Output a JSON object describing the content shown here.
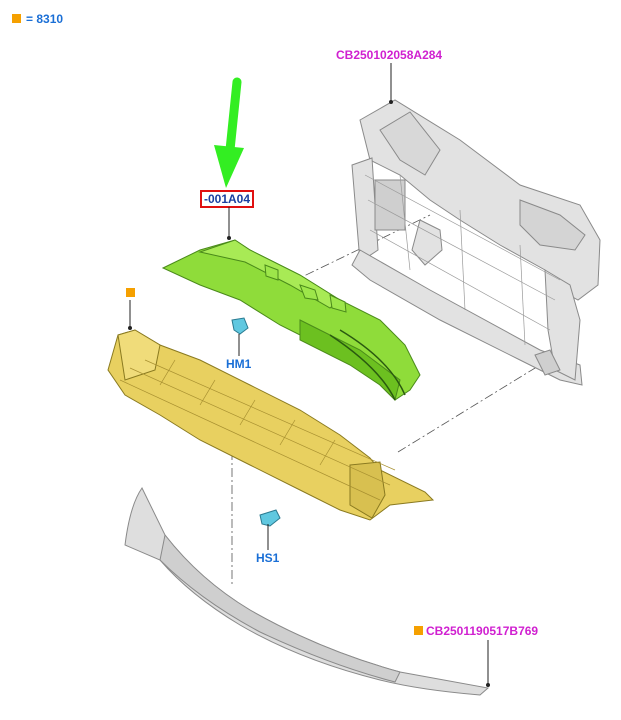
{
  "legend": {
    "marker_color": "#f5a000",
    "text": "= 8310"
  },
  "labels": {
    "frame_part": "CB250102058A284",
    "highlighted_part": "-001A04",
    "clip": "HM1",
    "screw": "HS1",
    "lower_part": "CB2501190517B769"
  },
  "colors": {
    "arrow": "#33ee22",
    "highlight_box": "#e01010",
    "bracket_fill": "#8fdc3a",
    "shield_fill": "#e8d060",
    "frame_fill": "#e2e2e2",
    "clip_fill": "#60c8e0",
    "label_blue": "#1a6fd6",
    "label_magenta": "#d020d0"
  }
}
